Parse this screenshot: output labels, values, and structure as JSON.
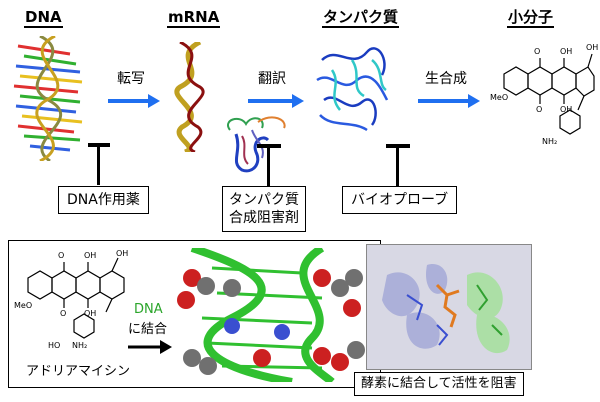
{
  "stages": {
    "dna": "DNA",
    "mrna": "mRNA",
    "protein": "タンパク質",
    "small_molecule": "小分子"
  },
  "steps": {
    "transcription": "転写",
    "translation": "翻訳",
    "biosynthesis": "生合成"
  },
  "inhibitors": {
    "dna_drug": "DNA作用薬",
    "protein_synthesis_line1": "タンパク質",
    "protein_synthesis_line2": "合成阻害剤",
    "bioprobe": "バイオプローブ"
  },
  "examples": {
    "drug_name": "アドリアマイシン",
    "binding_line1": "DNA",
    "binding_line2": "に結合",
    "enzyme_caption": "酵素に結合して活性を阻害"
  },
  "molecule_labels": {
    "meo": "MeO",
    "o": "O",
    "oh": "OH",
    "ho": "HO",
    "nh2": "NH₂"
  },
  "colors": {
    "arrow": "#1f6ff0",
    "dna_binding_text": "#2aa52a",
    "helix_green": "#30c030",
    "sphere_red": "#cc2020",
    "sphere_gray": "#707070",
    "sphere_blue": "#3a4fd0",
    "protein_blue": "#1a3cc0",
    "orange_ligand": "#e07a20"
  }
}
